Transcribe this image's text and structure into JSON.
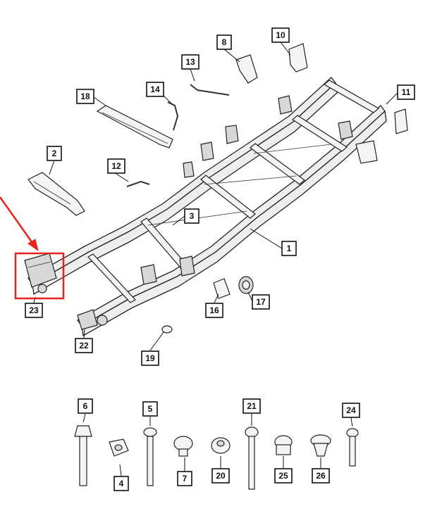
{
  "diagram": {
    "callouts": [
      {
        "id": "1",
        "label": "1"
      },
      {
        "id": "2",
        "label": "2"
      },
      {
        "id": "3",
        "label": "3"
      },
      {
        "id": "4",
        "label": "4"
      },
      {
        "id": "5",
        "label": "5"
      },
      {
        "id": "6",
        "label": "6"
      },
      {
        "id": "7",
        "label": "7"
      },
      {
        "id": "8",
        "label": "8"
      },
      {
        "id": "10",
        "label": "10"
      },
      {
        "id": "11",
        "label": "11"
      },
      {
        "id": "12",
        "label": "12"
      },
      {
        "id": "13",
        "label": "13"
      },
      {
        "id": "14",
        "label": "14"
      },
      {
        "id": "16",
        "label": "16"
      },
      {
        "id": "17",
        "label": "17"
      },
      {
        "id": "18",
        "label": "18"
      },
      {
        "id": "19",
        "label": "19"
      },
      {
        "id": "20",
        "label": "20"
      },
      {
        "id": "21",
        "label": "21"
      },
      {
        "id": "22",
        "label": "22"
      },
      {
        "id": "23",
        "label": "23"
      },
      {
        "id": "24",
        "label": "24"
      },
      {
        "id": "25",
        "label": "25"
      },
      {
        "id": "26",
        "label": "26"
      }
    ],
    "highlight_color": "#e8231b",
    "highlighted_part": "23"
  }
}
